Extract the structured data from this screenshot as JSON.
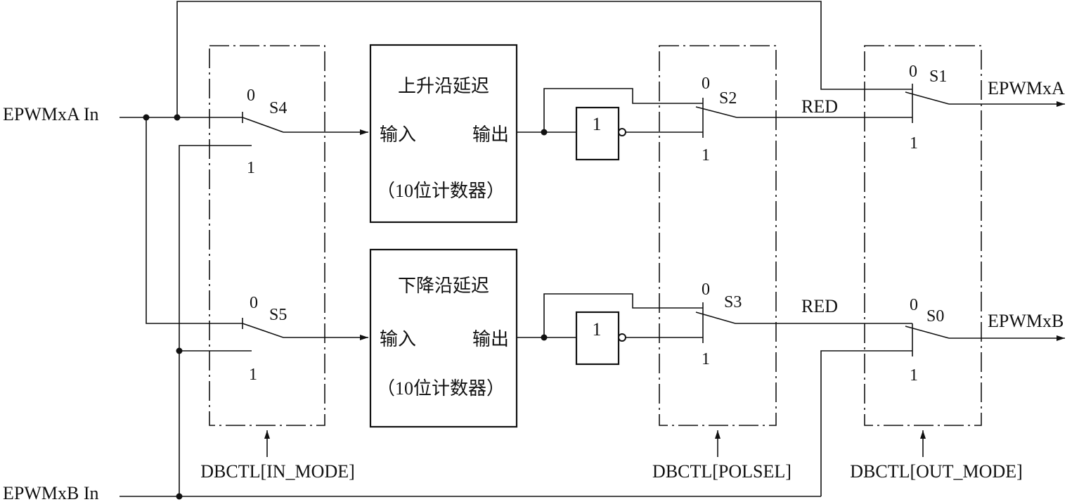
{
  "signals": {
    "epwmxa_in": "EPWMxA In",
    "epwmxb_in": "EPWMxB In",
    "epwmxa_out": "EPWMxA",
    "epwmxb_out": "EPWMxB",
    "red_top": "RED",
    "red_bottom": "RED"
  },
  "blocks": {
    "rising": {
      "title": "上升沿延迟",
      "input": "输入",
      "output": "输出",
      "note": "（10位计数器）"
    },
    "falling": {
      "title": "下降沿延迟",
      "input": "输入",
      "output": "输出",
      "note": "（10位计数器）"
    }
  },
  "inverters": {
    "top": "1",
    "bottom": "1"
  },
  "switches": {
    "s4": {
      "name": "S4",
      "pos0": "0",
      "pos1": "1"
    },
    "s5": {
      "name": "S5",
      "pos0": "0",
      "pos1": "1"
    },
    "s2": {
      "name": "S2",
      "pos0": "0",
      "pos1": "1"
    },
    "s3": {
      "name": "S3",
      "pos0": "0",
      "pos1": "1"
    },
    "s1": {
      "name": "S1",
      "pos0": "0",
      "pos1": "1"
    },
    "s0": {
      "name": "S0",
      "pos0": "0",
      "pos1": "1"
    }
  },
  "controls": {
    "in_mode": "DBCTL[IN_MODE]",
    "polsel": "DBCTL[POLSEL]",
    "out_mode": "DBCTL[OUT_MODE]"
  }
}
